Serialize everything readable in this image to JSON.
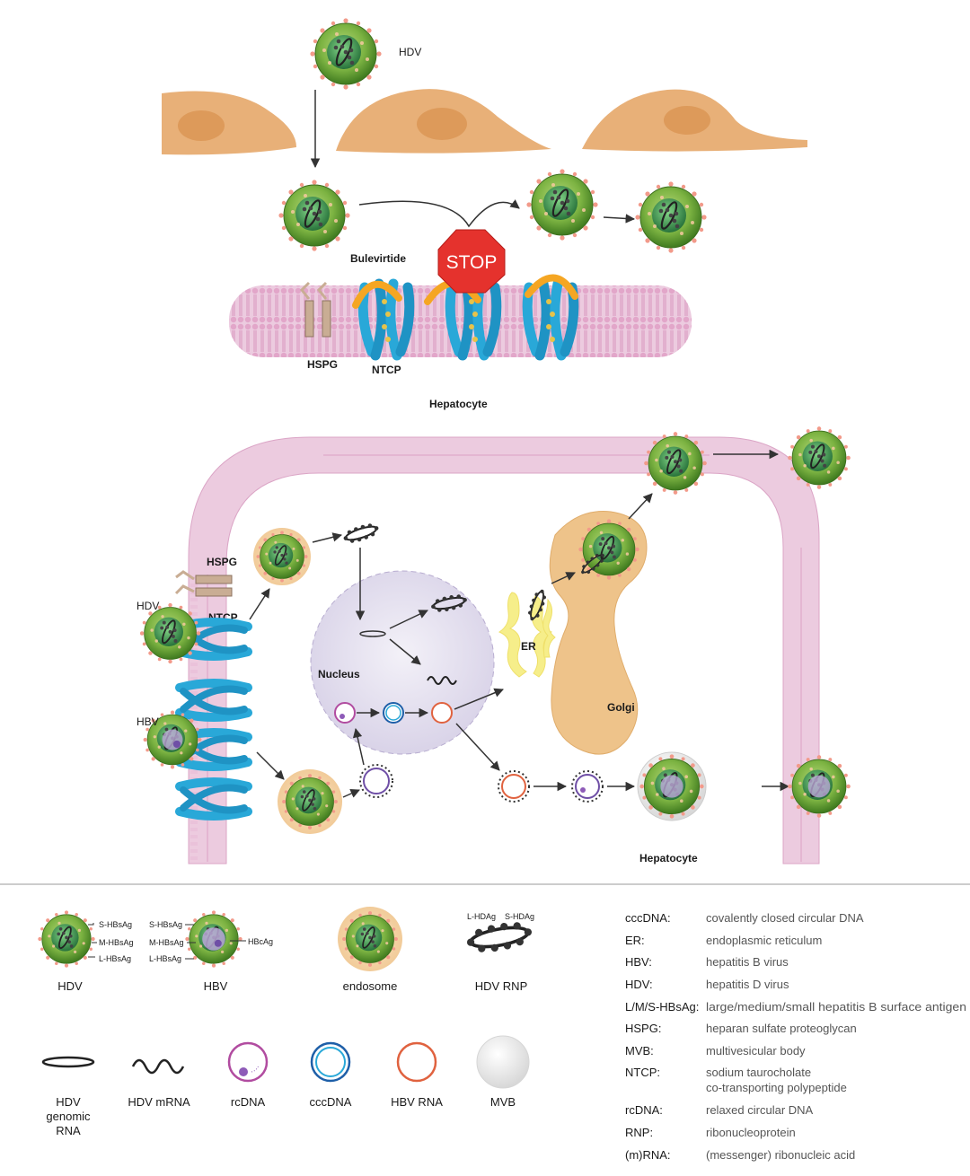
{
  "top_panel": {
    "hdv_label": "HDV",
    "bulevirtide_label": "Bulevirtide",
    "stop_label": "STOP",
    "hspg_label": "HSPG",
    "ntcp_label": "NTCP",
    "hepatocyte_label": "Hepatocyte"
  },
  "bottom_panel": {
    "hspg_label": "HSPG",
    "hdv_label": "HDV",
    "ntcp_label": "NTCP",
    "hbv_label": "HBV",
    "nucleus_label": "Nucleus",
    "er_label": "ER",
    "golgi_label": "Golgi",
    "hepatocyte_label": "Hepatocyte"
  },
  "legend": {
    "hdv_parts": [
      "S-HBsAg",
      "M-HBsAg",
      "L-HBsAg"
    ],
    "hbv_parts": [
      "S-HBsAg",
      "M-HBsAg",
      "L-HBsAg"
    ],
    "hbcag": "HBcAg",
    "rnp_parts": [
      "L-HDAg",
      "S-HDAg"
    ],
    "row1": [
      "HDV",
      "HBV",
      "endosome",
      "HDV RNP"
    ],
    "row2_genomic": [
      "HDV",
      "genomic",
      "RNA"
    ],
    "row2": [
      "HDV mRNA",
      "rcDNA",
      "cccDNA",
      "HBV RNA",
      "MVB"
    ]
  },
  "abbreviations": [
    {
      "key": "cccDNA:",
      "value": "covalently closed circular DNA"
    },
    {
      "key": "ER:",
      "value": "endoplasmic reticulum"
    },
    {
      "key": "HBV:",
      "value": "hepatitis B virus"
    },
    {
      "key": "HDV:",
      "value": "hepatitis D virus"
    },
    {
      "key": "L/M/S-HBsAg:",
      "value": "large/medium/small hepatitis B surface antigen"
    },
    {
      "key": "HSPG:",
      "value": "heparan sulfate proteoglycan"
    },
    {
      "key": "MVB:",
      "value": "multivesicular body"
    },
    {
      "key": "NTCP:",
      "value": "sodium taurocholate"
    },
    {
      "key": "",
      "value": "co-transporting polypeptide"
    },
    {
      "key": "rcDNA:",
      "value": "relaxed circular DNA"
    },
    {
      "key": "RNP:",
      "value": "ribonucleoprotein"
    },
    {
      "key": "(m)RNA:",
      "value": "(messenger) ribonucleic acid"
    }
  ],
  "colors": {
    "virus_green": "#7cb342",
    "membrane_pink": "#e8b9d6",
    "cell_tan": "#e8b078",
    "ntcp_blue": "#29a8d8",
    "bulevirtide_orange": "#f5a623",
    "stop_red": "#e5322d",
    "er_yellow": "#f6ee8a",
    "golgi_tan": "#eec38a",
    "nucleus_lavender": "#e6e2f0"
  }
}
